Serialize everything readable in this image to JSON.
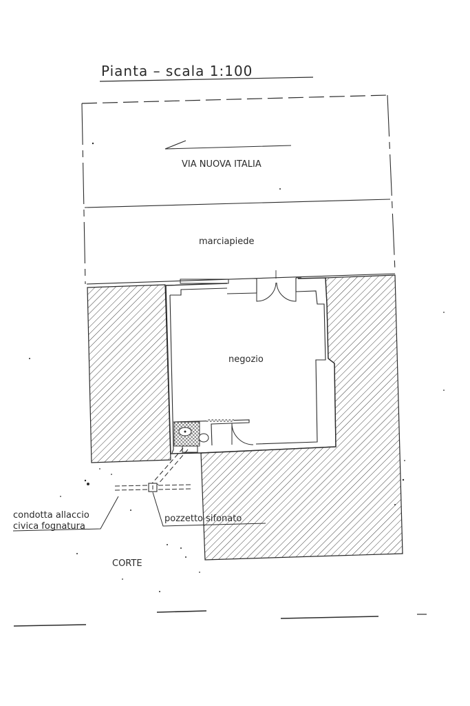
{
  "title": "Pianta   – scala 1:100",
  "street": "VIA NUOVA ITALIA",
  "sidewalk": "marciapiede",
  "shop": "negozio",
  "pipe_label_line1": "condotta allaccio",
  "pipe_label_line2": "civica fognatura",
  "trap_label": "pozzetto sifonato",
  "yard": "CORTE",
  "colors": {
    "ink": "#2a2a2a",
    "paper": "#ffffff",
    "tile": "#8f8f8f"
  }
}
